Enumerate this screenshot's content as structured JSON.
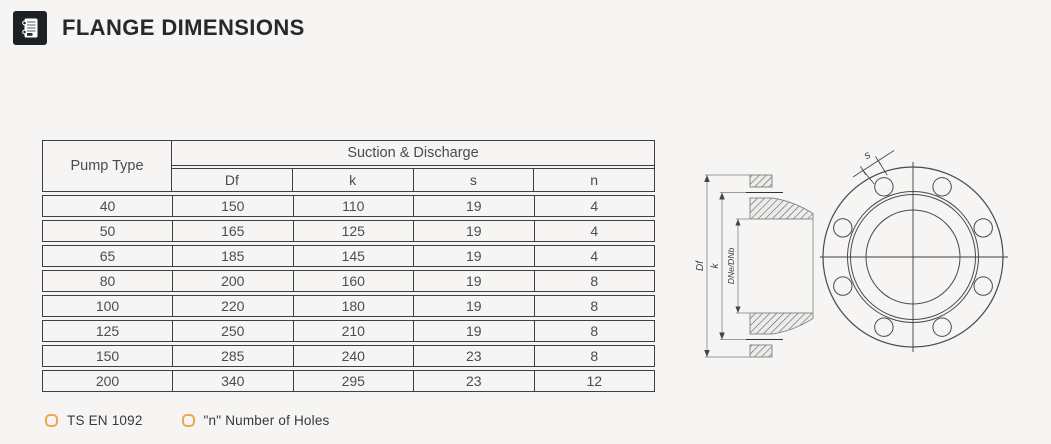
{
  "page": {
    "title": "FLANGE DIMENSIONS"
  },
  "table": {
    "pump_type_header": "Pump Type",
    "group_header": "Suction & Discharge",
    "columns": [
      "Df",
      "k",
      "s",
      "n"
    ],
    "rows": [
      [
        "40",
        "150",
        "110",
        "19",
        "4"
      ],
      [
        "50",
        "165",
        "125",
        "19",
        "4"
      ],
      [
        "65",
        "185",
        "145",
        "19",
        "4"
      ],
      [
        "80",
        "200",
        "160",
        "19",
        "8"
      ],
      [
        "100",
        "220",
        "180",
        "19",
        "8"
      ],
      [
        "125",
        "250",
        "210",
        "19",
        "8"
      ],
      [
        "150",
        "285",
        "240",
        "23",
        "8"
      ],
      [
        "200",
        "340",
        "295",
        "23",
        "12"
      ]
    ]
  },
  "footnotes": [
    {
      "label": "TS EN 1092"
    },
    {
      "label": "\"n\" Number of Holes"
    }
  ],
  "diagram": {
    "dim_df": "Df",
    "dim_k": "k",
    "dim_bore": "DNe/DNb",
    "dim_hole": "s",
    "hole_count": 8
  },
  "colors": {
    "accent_orange": "#F0A54F",
    "ink": "#3F3F3F",
    "background": "#F6F5F4",
    "icon_bg": "#1D2125"
  }
}
